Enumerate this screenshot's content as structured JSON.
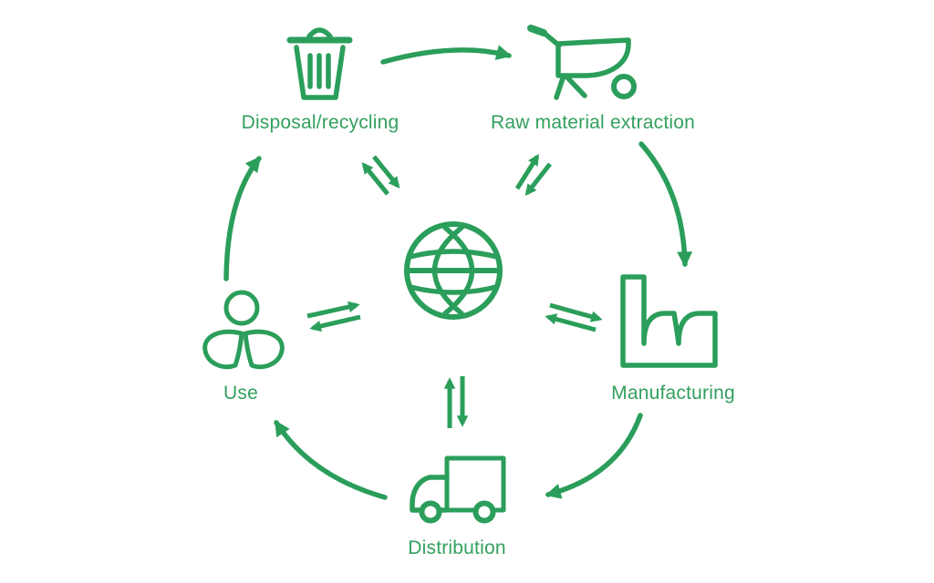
{
  "colors": {
    "accent": "#2a9e5a",
    "label": "#33a05e",
    "background": "#ffffff"
  },
  "diagram": {
    "type": "cycle",
    "center": {
      "name": "globe",
      "icon": "globe-icon"
    },
    "stages": [
      {
        "id": "disposal",
        "label": "Disposal/recycling",
        "icon": "trash-icon"
      },
      {
        "id": "extraction",
        "label": "Raw material extraction",
        "icon": "wheelbarrow-icon"
      },
      {
        "id": "manufacturing",
        "label": "Manufacturing",
        "icon": "factory-icon"
      },
      {
        "id": "distribution",
        "label": "Distribution",
        "icon": "truck-icon"
      },
      {
        "id": "use",
        "label": "Use",
        "icon": "person-icon"
      }
    ],
    "cycle_arrows": [
      {
        "from": "Disposal/recycling",
        "to": "Raw material extraction"
      },
      {
        "from": "Raw material extraction",
        "to": "Manufacturing"
      },
      {
        "from": "Manufacturing",
        "to": "Distribution"
      },
      {
        "from": "Distribution",
        "to": "Use"
      },
      {
        "from": "Use",
        "to": "Disposal/recycling"
      }
    ],
    "bidirectional_arrows": [
      {
        "between": "Disposal/recycling",
        "and": "globe"
      },
      {
        "between": "Raw material extraction",
        "and": "globe"
      },
      {
        "between": "Manufacturing",
        "and": "globe"
      },
      {
        "between": "Distribution",
        "and": "globe"
      },
      {
        "between": "Use",
        "and": "globe"
      }
    ]
  }
}
